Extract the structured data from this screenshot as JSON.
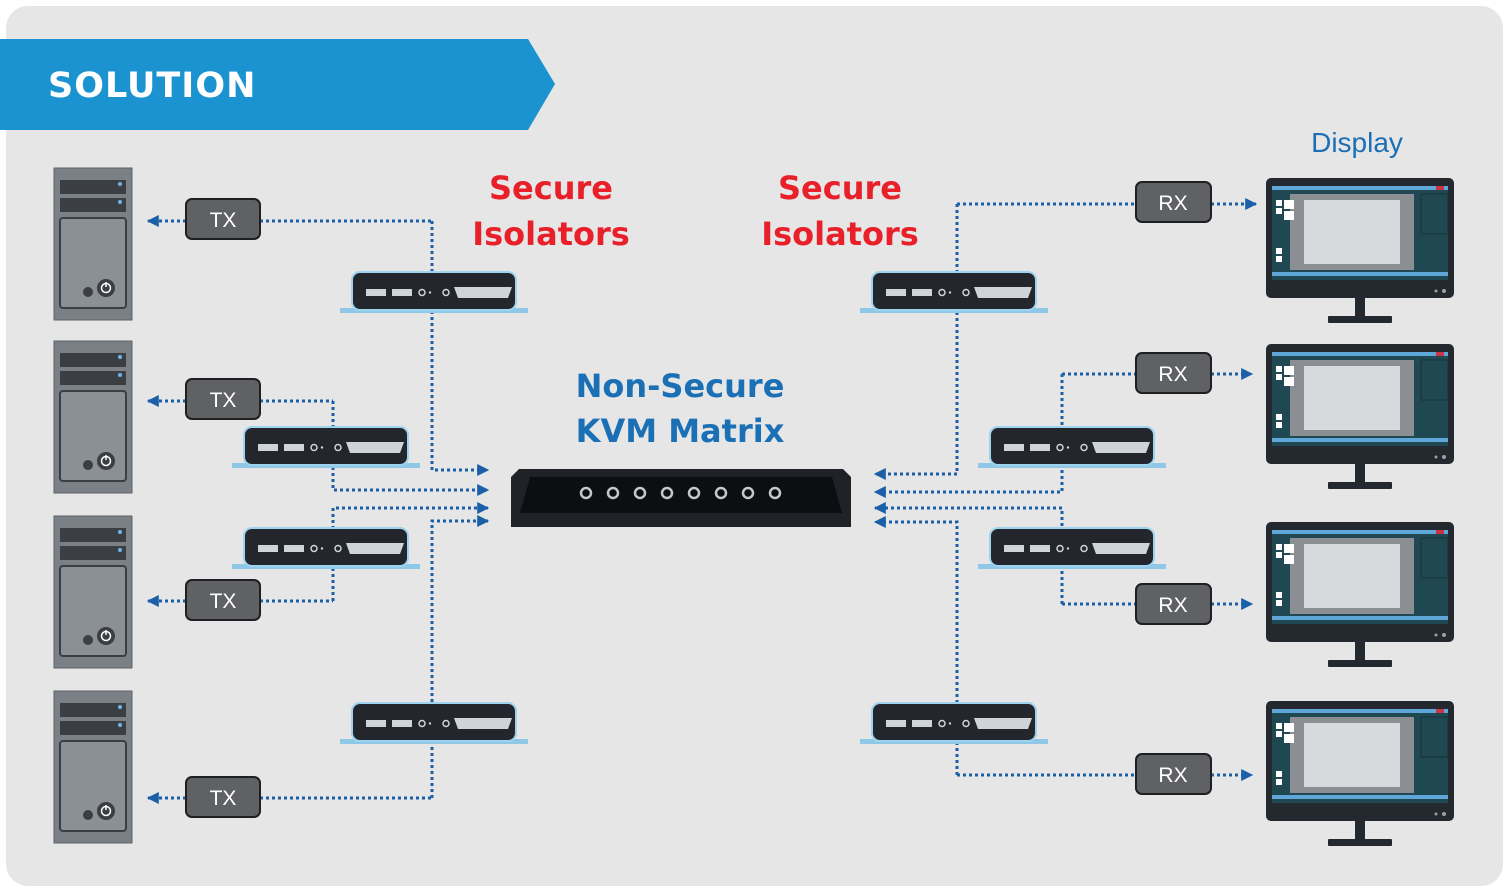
{
  "banner": {
    "title": "SOLUTION"
  },
  "isolators_left_label": {
    "line1": "Secure",
    "line2": "Isolators"
  },
  "isolators_right_label": {
    "line1": "Secure",
    "line2": "Isolators"
  },
  "matrix_label": {
    "line1": "Non-Secure",
    "line2": "KVM Matrix"
  },
  "display_label": "Display",
  "tx_boxes": [
    "TX",
    "TX",
    "TX",
    "TX"
  ],
  "rx_boxes": [
    "RX",
    "RX",
    "RX",
    "RX"
  ],
  "colors": {
    "background": "#e6e6e6",
    "banner": "#1b93d1",
    "accent_red": "#e8202a",
    "accent_blue": "#1b6fb5",
    "wire": "#1b5fa8",
    "box": "#5f6164"
  }
}
